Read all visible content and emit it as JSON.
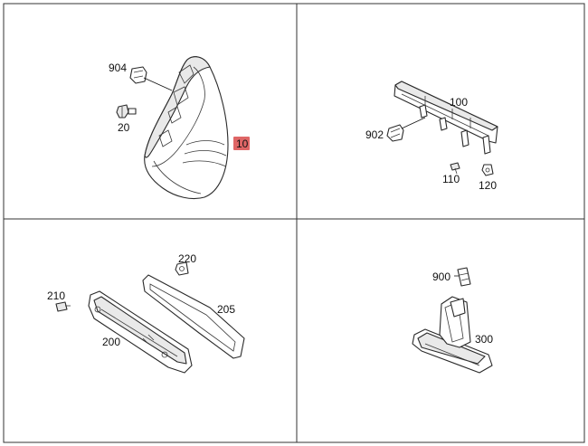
{
  "highlight_color": "#d94b4b",
  "panels": [
    {
      "name": "mirror-cover-panel",
      "labels": {
        "part_904": "904",
        "part_20": "20",
        "part_10": "10"
      },
      "highlighted": "10"
    },
    {
      "name": "third-brake-light-panel",
      "labels": {
        "part_100": "100",
        "part_902": "902",
        "part_110": "110",
        "part_120": "120"
      }
    },
    {
      "name": "side-marker-panel",
      "labels": {
        "part_220": "220",
        "part_210": "210",
        "part_205": "205",
        "part_200": "200"
      }
    },
    {
      "name": "license-lamp-panel",
      "labels": {
        "part_900": "900",
        "part_300": "300"
      }
    }
  ]
}
